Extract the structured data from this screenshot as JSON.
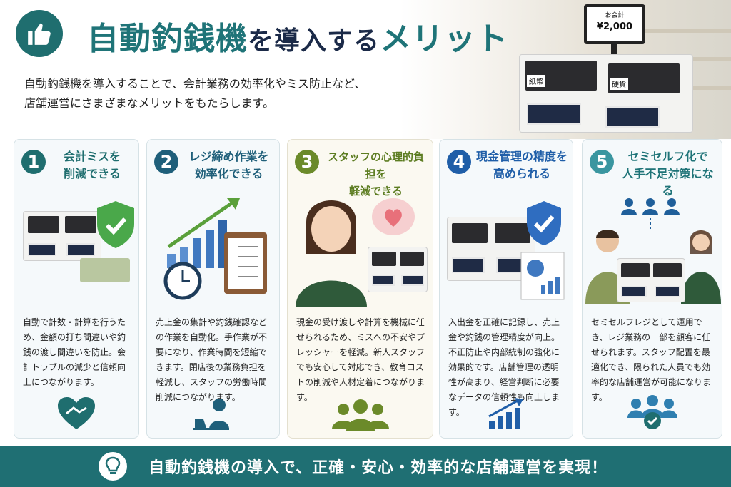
{
  "header": {
    "title_part1": "自動釣銭機",
    "title_part2": "を導入する",
    "title_part3": "メリット",
    "lead_line1": "自動釣銭機を導入することで、会計業務の効率化やミス防止など、",
    "lead_line2": "店舗運営にさまざまなメリットをもたらします。",
    "screen_label": "お会計",
    "screen_amount": "¥2,000",
    "bill_label": "紙幣",
    "coin_label": "硬貨"
  },
  "colors": {
    "teal": "#1f7478",
    "navy": "#1b2a48",
    "card1": "#1f6e6f",
    "card2": "#1f5f7a",
    "card3": "#6b8a2a",
    "card4": "#1f5ea8",
    "card5": "#3a96a0"
  },
  "cards": [
    {
      "number": "1",
      "title_line1": "会計ミスを",
      "title_line2": "削減できる",
      "body": "自動で計数・計算を行うため、金額の打ち間違いや釣銭の渡し間違いを防止。会計トラブルの減少と信頼向上につながります。",
      "icon": "handshake-heart-icon"
    },
    {
      "number": "2",
      "title_line1": "レジ締め作業を",
      "title_line2": "効率化できる",
      "body": "売上金の集計や釣銭確認などの作業を自動化。手作業が不要になり、作業時間を短縮できます。閉店後の業務負担を軽減し、スタッフの労働時間削減につながります。",
      "icon": "person-laptop-icon"
    },
    {
      "number": "3",
      "title_line1": "スタッフの心理的負担を",
      "title_line2": "軽減できる",
      "body": "現金の受け渡しや計算を機械に任せられるため、ミスへの不安やプレッシャーを軽減。新人スタッフでも安心して対応でき、教育コストの削減や人材定着につながります。",
      "icon": "team-icon"
    },
    {
      "number": "4",
      "title_line1": "現金管理の精度を",
      "title_line2": "高められる",
      "body": "入出金を正確に記録し、売上金や釣銭の管理精度が向上。不正防止や内部統制の強化に効果的です。店舗管理の透明性が高まり、経営判断に必要なデータの信頼性も向上します。",
      "icon": "growth-chart-icon"
    },
    {
      "number": "5",
      "title_line1": "セミセルフ化で",
      "title_line2": "人手不足対策になる",
      "body": "セミセルフレジとして運用でき、レジ業務の一部を顧客に任せられます。スタッフ配置を最適化でき、限られた人員でも効率的な店舗運営が可能になります。",
      "icon": "team-check-icon"
    }
  ],
  "footer": {
    "text": "自動釣銭機の導入で、正確・安心・効率的な店舗運営を実現！"
  }
}
